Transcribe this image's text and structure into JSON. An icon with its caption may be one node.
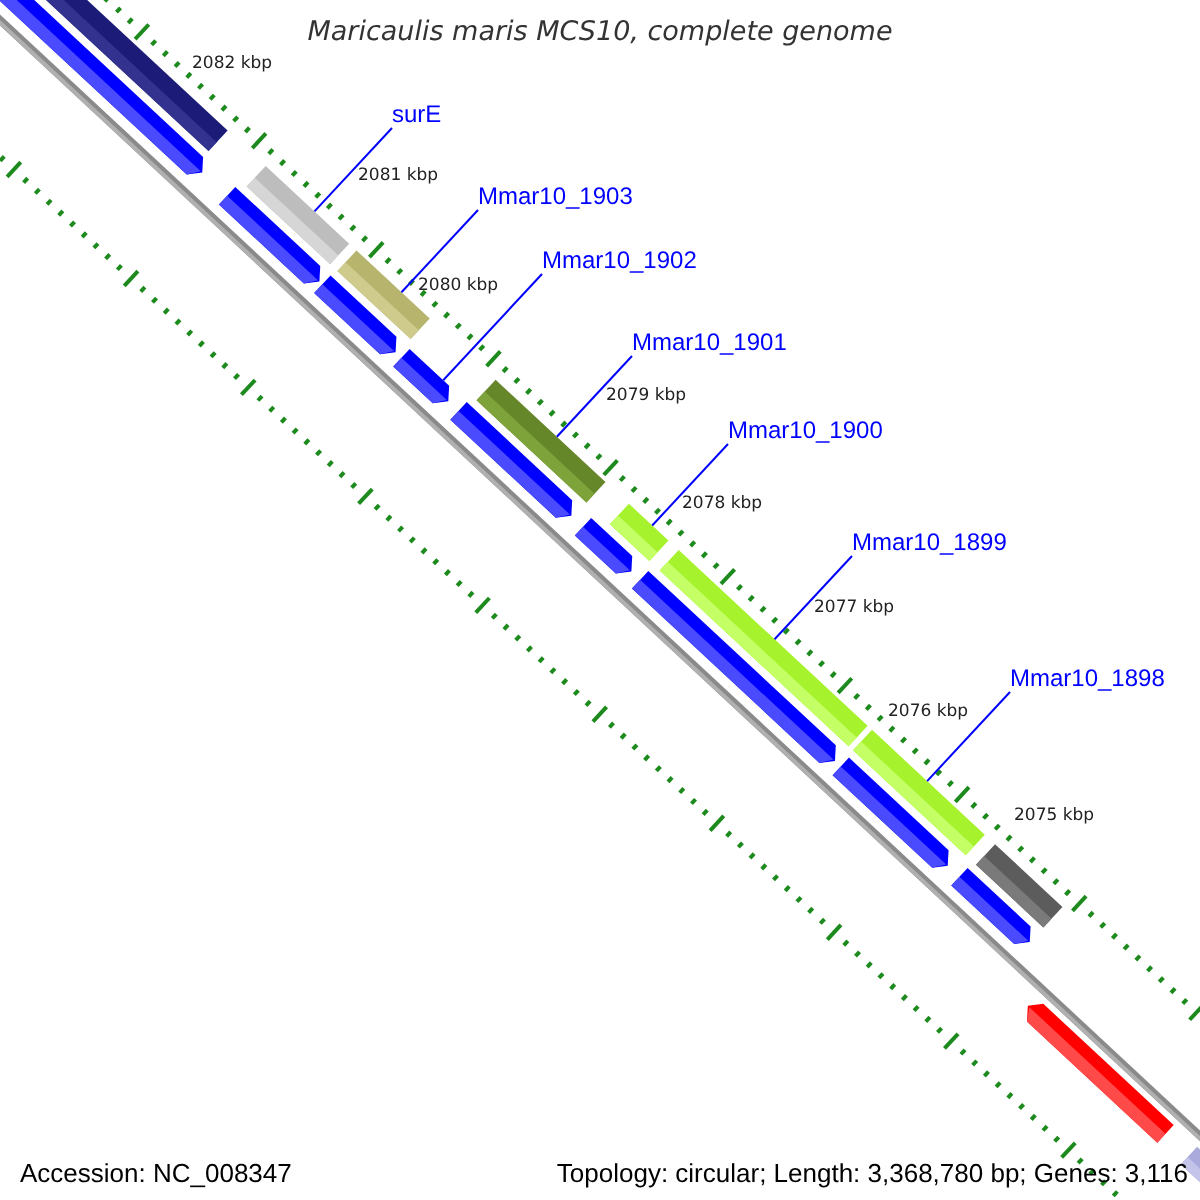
{
  "diagram": {
    "title": "Maricaulis maris MCS10, complete genome",
    "nodes": [
      {
        "text": [
          "surE"
        ]
      },
      {
        "text": [
          "Mmar10_1903"
        ]
      },
      {
        "text": [
          "Mmar10_1902"
        ]
      },
      {
        "text": [
          "Mmar10_1901"
        ]
      },
      {
        "text": [
          "Mmar10_1900"
        ]
      },
      {
        "text": [
          "Mmar10_1899"
        ]
      },
      {
        "text": [
          "Mmar10_1898"
        ]
      },
      {
        "text": [],
        "shape": "arrow"
      },
      {
        "text": [],
        "shape": "bar"
      },
      {
        "text": [],
        "shape": "arrow"
      },
      {
        "text": [],
        "shape": "bar"
      },
      {
        "text": [],
        "shape": "arrow"
      },
      {
        "text": [],
        "shape": "bar"
      },
      {
        "text": [],
        "shape": "arrow"
      },
      {
        "text": [],
        "shape": "arrow"
      },
      {
        "text": [],
        "shape": "bar"
      },
      {
        "text": [],
        "shape": "arrow"
      },
      {
        "text": [],
        "shape": "bar"
      },
      {
        "text": [],
        "shape": "arrow"
      },
      {
        "text": [],
        "shape": "bar"
      },
      {
        "text": [],
        "shape": "bar"
      },
      {
        "text": [],
        "shape": "arrow"
      },
      {
        "text": [],
        "shape": "arrow"
      },
      {
        "text": [],
        "shape": "bar"
      },
      {
        "text": [],
        "shape": "arrow"
      },
      {
        "text": [],
        "shape": "bar"
      }
    ],
    "edges": [
      {
        "from": 0,
        "to": 10,
        "arrow": "none"
      },
      {
        "from": 1,
        "to": 12,
        "arrow": "none"
      },
      {
        "from": 2,
        "to": 13,
        "arrow": "none"
      },
      {
        "from": 3,
        "to": 15,
        "arrow": "none"
      },
      {
        "from": 4,
        "to": 17,
        "arrow": "none"
      },
      {
        "from": 5,
        "to": 19,
        "arrow": "none"
      },
      {
        "from": 6,
        "to": 20,
        "arrow": "none"
      }
    ],
    "labels": [
      "2082 kbp",
      "2081 kbp",
      "2080 kbp",
      "2079 kbp",
      "2078 kbp",
      "2077 kbp",
      "2076 kbp",
      "2075 kbp",
      "Accession: NC_008347",
      "Topology: circular; Length: 3,368,780 bp; Genes: 3,116"
    ]
  }
}
